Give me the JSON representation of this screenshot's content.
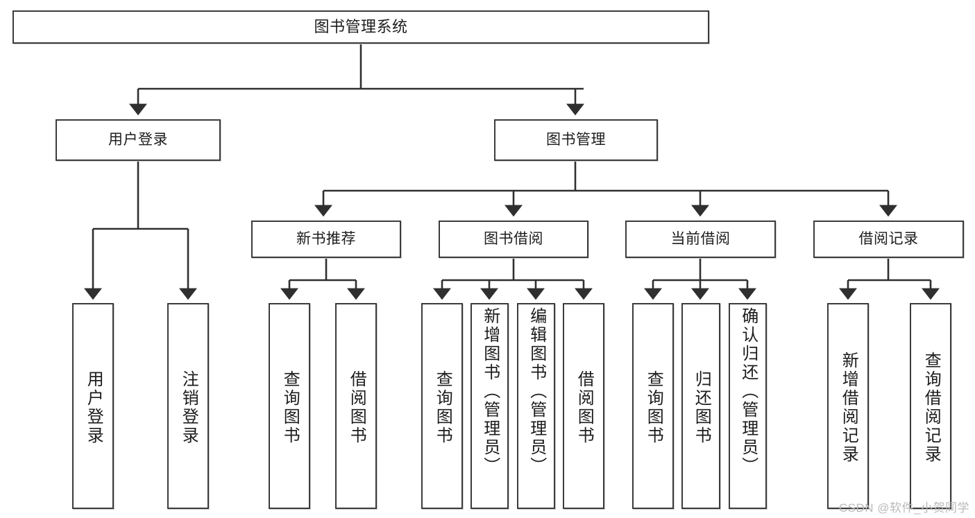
{
  "diagram": {
    "title": "图书管理系统",
    "type": "tree-hierarchy",
    "root": {
      "label": "图书管理系统"
    },
    "level2": [
      {
        "label": "用户登录"
      },
      {
        "label": "图书管理"
      }
    ],
    "level3": [
      {
        "label": "新书推荐"
      },
      {
        "label": "图书借阅"
      },
      {
        "label": "当前借阅"
      },
      {
        "label": "借阅记录"
      }
    ],
    "leaves": [
      {
        "label": "用户登录",
        "parent": "用户登录"
      },
      {
        "label": "注销登录",
        "parent": "用户登录"
      },
      {
        "label": "查询图书",
        "parent": "新书推荐"
      },
      {
        "label": "借阅图书",
        "parent": "新书推荐"
      },
      {
        "label": "查询图书",
        "parent": "图书借阅"
      },
      {
        "label": "新增图书（管理员）",
        "parent": "图书借阅"
      },
      {
        "label": "编辑图书（管理员）",
        "parent": "图书借阅"
      },
      {
        "label": "借阅图书",
        "parent": "图书借阅"
      },
      {
        "label": "查询图书",
        "parent": "当前借阅"
      },
      {
        "label": "归还图书",
        "parent": "当前借阅"
      },
      {
        "label": "确认归还（管理员）",
        "parent": "当前借阅"
      },
      {
        "label": "新增借阅记录",
        "parent": "借阅记录"
      },
      {
        "label": "查询借阅记录",
        "parent": "借阅记录"
      }
    ]
  },
  "watermark": {
    "text": "CSDN @软件_小贺同学"
  },
  "colors": {
    "box_border": "#3b3b3b",
    "box_fill": "#ffffff",
    "connector": "#2f2f2f",
    "text": "#1c1c1c",
    "watermark": "#b9b9b9",
    "background": "#ffffff"
  }
}
